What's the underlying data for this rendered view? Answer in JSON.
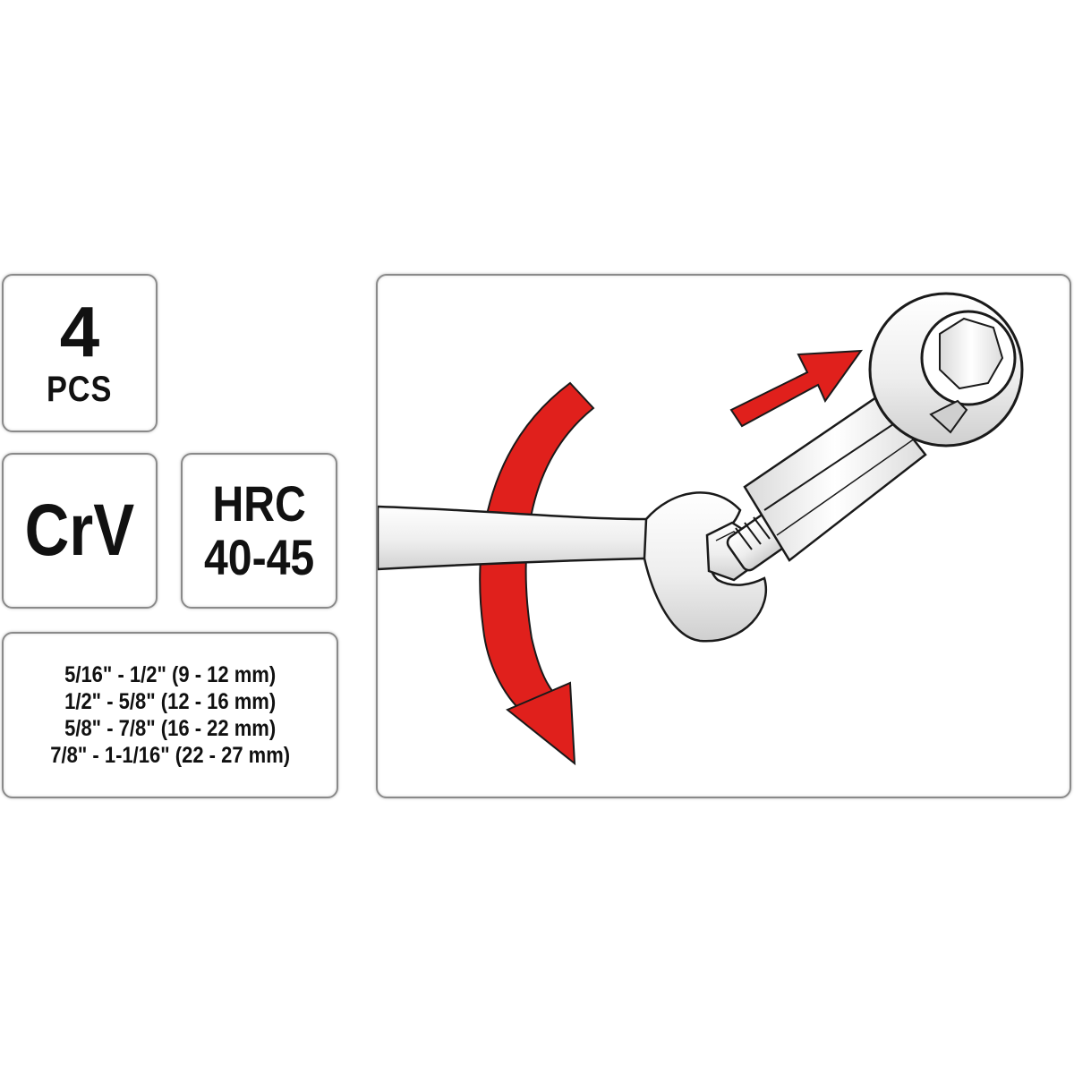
{
  "pcs": {
    "count": "4",
    "unit": "PCS"
  },
  "material": {
    "label": "CrV"
  },
  "hardness": {
    "line1": "HRC",
    "line2": "40-45"
  },
  "sizes": [
    "5/16\" - 1/2\" (9 - 12 mm)",
    "1/2\" - 5/8\" (12 - 16 mm)",
    "5/8\" - 7/8\" (16 - 22 mm)",
    "7/8\" - 1-1/16\" (22 - 27 mm)"
  ],
  "illustration": {
    "arrow_color": "#e0201c",
    "tool_color": "#f2f2f2",
    "outline_color": "#1a1a1a",
    "icons": [
      "curved-rotation-arrow-icon",
      "straight-direction-arrow-icon",
      "wrench-icon",
      "nut-splitter-icon",
      "nut-icon"
    ]
  }
}
